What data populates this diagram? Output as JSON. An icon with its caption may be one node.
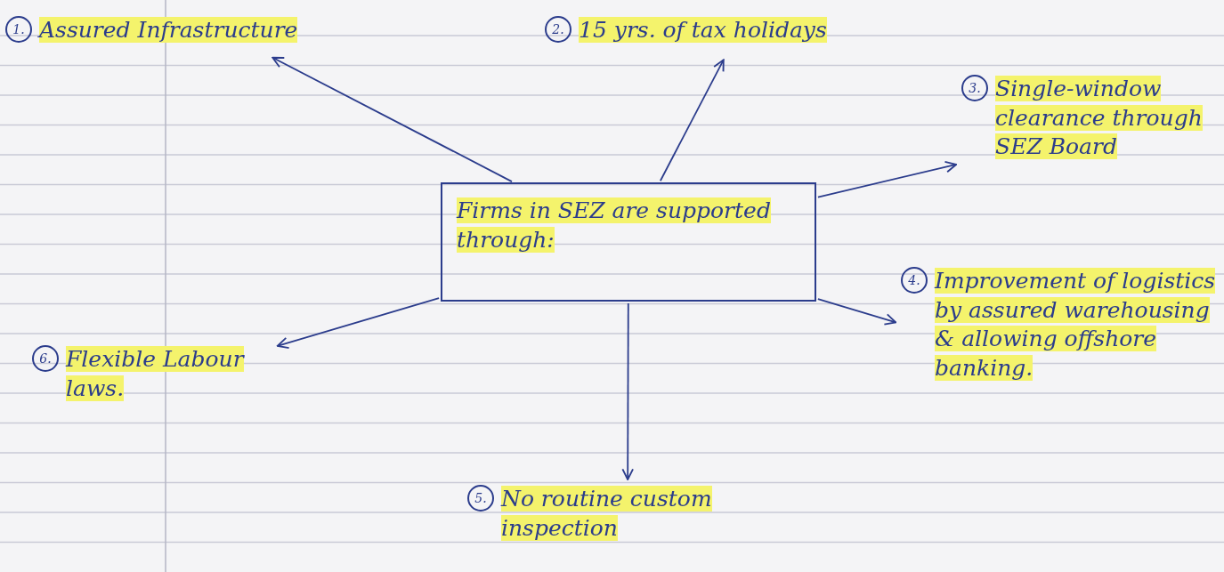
{
  "diagram": {
    "nodes": [
      {
        "text": [
          "Firms in SEZ are supported through:"
        ]
      },
      {
        "text": [
          "1.",
          "Assured Infrastructure"
        ]
      },
      {
        "text": [
          "2.",
          "15 yrs. of tax holidays"
        ]
      },
      {
        "text": [
          "3.",
          "Single-window clearance through SEZ Board"
        ]
      },
      {
        "text": [
          "4.",
          "Improvement of logistics by assured warehousing & allowing offshore banking."
        ]
      },
      {
        "text": [
          "5.",
          "No routine custom inspection"
        ]
      },
      {
        "text": [
          "6.",
          "Flexible Labour laws."
        ]
      }
    ],
    "edges": [
      {
        "from": 0,
        "to": 1,
        "arrow": "to"
      },
      {
        "from": 0,
        "to": 2,
        "arrow": "to"
      },
      {
        "from": 0,
        "to": 3,
        "arrow": "to"
      },
      {
        "from": 0,
        "to": 4,
        "arrow": "to"
      },
      {
        "from": 0,
        "to": 5,
        "arrow": "to"
      },
      {
        "from": 0,
        "to": 6,
        "arrow": "to"
      }
    ]
  }
}
